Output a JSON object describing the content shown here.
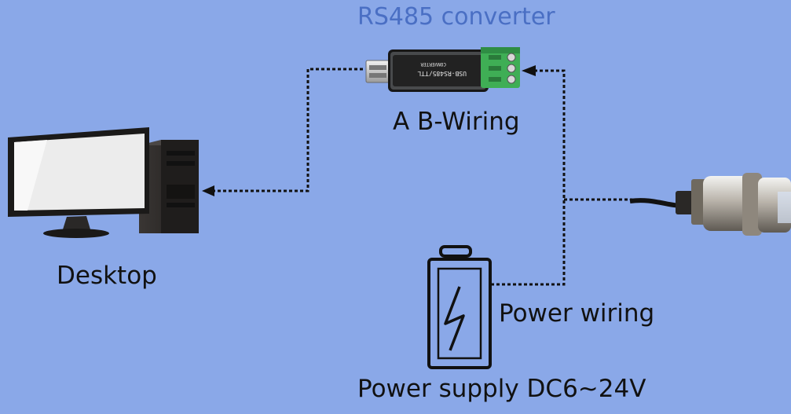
{
  "labels": {
    "converter_title": "RS485 converter",
    "ab_wiring": "A B-Wiring",
    "desktop": "Desktop",
    "power_wiring": "Power wiring",
    "power_supply": "Power supply DC6~24V"
  },
  "device_print": {
    "model": "USB-RS485/TTL",
    "brand": "CONVERTER"
  },
  "colors": {
    "background": "#8aa8e8",
    "title": "#4a6fc4",
    "line": "#111111",
    "terminal_block": "#3fae55"
  }
}
